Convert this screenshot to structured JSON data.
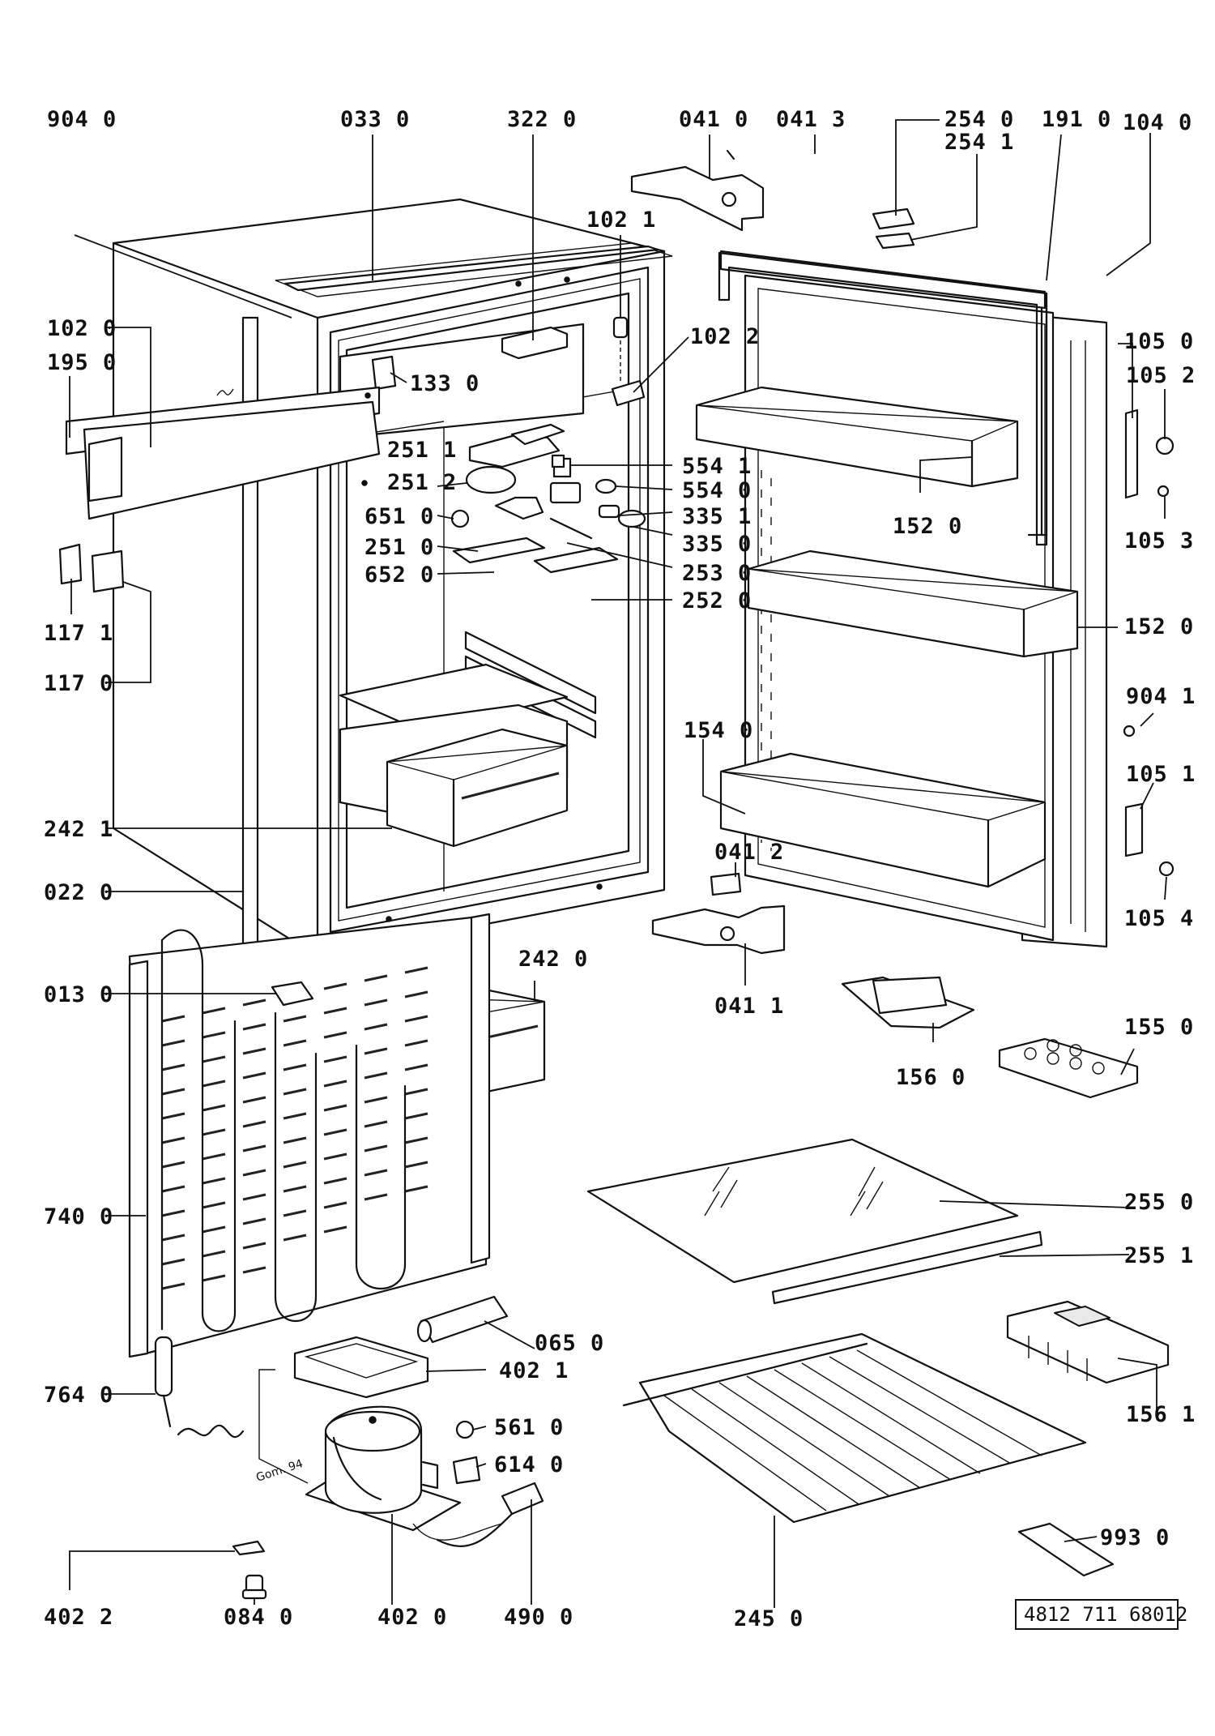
{
  "diagram": {
    "part_labels": {
      "p9040": "904 0",
      "p0330": "033 0",
      "p3220": "322 0",
      "p0410": "041 0",
      "p0413": "041 3",
      "p2540": "254 0",
      "p2541": "254 1",
      "p1910": "191 0",
      "p1040": "104 0",
      "p1021": "102 1",
      "p1020": "102 0",
      "p1950": "195 0",
      "p1330": "133 0",
      "p1022": "102 2",
      "p1050": "105 0",
      "p1052": "105 2",
      "p2511": "251 1",
      "p5541": "554 1",
      "p2512": "251 2",
      "p5540": "554 0",
      "p6510": "651 0",
      "p3351": "335 1",
      "p2510": "251 0",
      "p3350": "335 0",
      "p6520": "652 0",
      "p2530": "253 0",
      "p2520": "252 0",
      "p1520a": "152 0",
      "p1053": "105 3",
      "p1171": "117 1",
      "p1170": "117 0",
      "p1520b": "152 0",
      "p9041": "904 1",
      "p1540": "154 0",
      "p1051": "105 1",
      "p2421": "242 1",
      "p0412": "041 2",
      "p1054": "105 4",
      "p0220": "022 0",
      "p2420": "242 0",
      "p0130": "013 0",
      "p0411": "041 1",
      "p1560": "156 0",
      "p1550": "155 0",
      "p2550": "255 0",
      "p7400": "740 0",
      "p2551": "255 1",
      "p0650": "065 0",
      "p4021": "402 1",
      "p1561": "156 1",
      "p7640": "764 0",
      "p5610": "561 0",
      "p6140": "614 0",
      "p9930": "993 0",
      "p4022": "402 2",
      "p0840": "084 0",
      "p4020": "402 0",
      "p4900": "490 0",
      "p2450": "245 0"
    },
    "document_code": "4812  711  68012",
    "compressor_mark": "Gom. 94"
  }
}
